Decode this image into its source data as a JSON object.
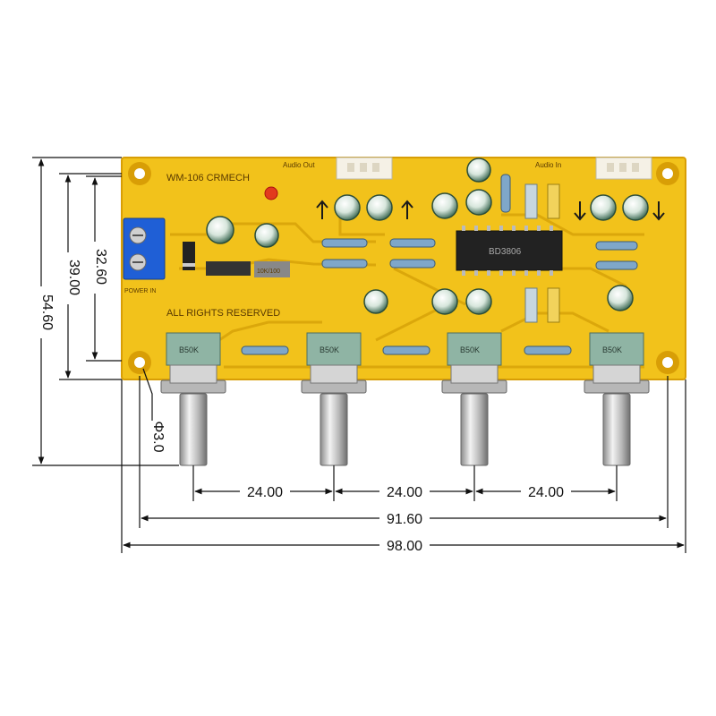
{
  "board": {
    "model_label": "WM-106 CRMECH",
    "audio_out_label": "Audio Out",
    "audio_in_label": "Audio In",
    "power_label": "POWER IN",
    "rights_label": "ALL RIGHTS RESERVED",
    "chip_label": "BD3806",
    "module_label": "10K/100",
    "pot_label": "B50K",
    "colors": {
      "pcb": "#f2c21b",
      "pcb_edge": "#d89e06",
      "terminal": "#1f5fd6",
      "potentiometer": "#8fb4a4",
      "shaft": "#c9c9c9"
    }
  },
  "dimensions": {
    "height_total": "54.60",
    "height_mount": "39.00",
    "height_pcb": "32.60",
    "hole_diameter": "Φ3.0",
    "pot_spacing": [
      "24.00",
      "24.00",
      "24.00"
    ],
    "width_mount": "91.60",
    "width_total": "98.00"
  }
}
